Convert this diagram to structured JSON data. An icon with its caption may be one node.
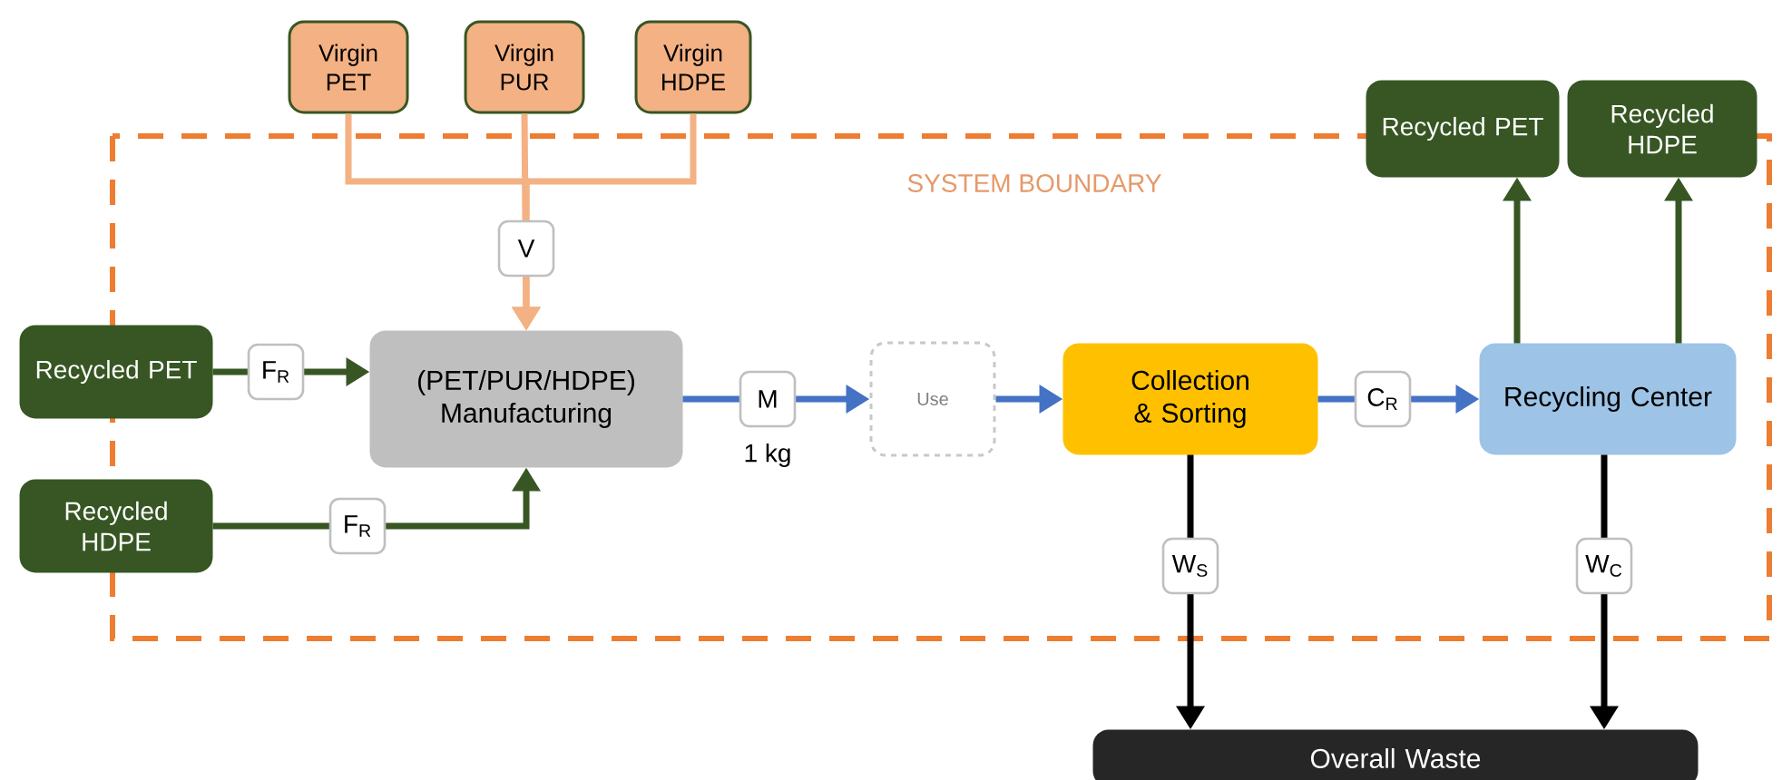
{
  "diagram": {
    "nodes": [
      {
        "text": [
          "Virgin PET"
        ]
      },
      {
        "text": [
          "Virgin PUR"
        ]
      },
      {
        "text": [
          "Virgin HDPE"
        ]
      },
      {
        "text": [
          "Recycled PET"
        ]
      },
      {
        "text": [
          "Recycled HDPE"
        ]
      },
      {
        "text": [
          "Recycled PET"
        ]
      },
      {
        "text": [
          "(PET/PUR/HDPE) Manufacturing"
        ]
      },
      {
        "text": [
          "Use"
        ]
      },
      {
        "text": [
          "Collection & Sorting"
        ]
      },
      {
        "text": [
          "Recycling Center"
        ]
      },
      {
        "text": [
          "Recycled HDPE"
        ]
      },
      {
        "text": [
          "Overall Waste"
        ]
      }
    ],
    "edges": [
      {
        "from": 0,
        "to": 6,
        "arrow": "to",
        "color": "#f4b183"
      },
      {
        "from": 1,
        "to": 6,
        "arrow": "to",
        "label": "V",
        "color": "#f4b183"
      },
      {
        "from": 2,
        "to": 6,
        "arrow": "to",
        "color": "#f4b183"
      },
      {
        "from": 5,
        "to": 6,
        "arrow": "to",
        "label": "F$_{R}$"
      },
      {
        "from": 10,
        "to": 6,
        "arrow": "to",
        "label": "F$_{R}$"
      },
      {
        "from": 6,
        "to": 7,
        "arrow": "to",
        "label": "M",
        "color": "#4472c4"
      },
      {
        "from": 7,
        "to": 8,
        "arrow": "to",
        "color": "#4472c4"
      },
      {
        "from": 8,
        "to": 9,
        "arrow": "to",
        "label": "C$_{R}$",
        "color": "#4472c4"
      },
      {
        "from": 9,
        "to": 3,
        "arrow": "to"
      },
      {
        "from": 9,
        "to": 4,
        "arrow": "to"
      },
      {
        "from": 8,
        "to": 11,
        "arrow": "to",
        "label": "W$_{S}$",
        "color": "#000000"
      },
      {
        "from": 9,
        "to": 11,
        "arrow": "to",
        "label": "W$_{C}$",
        "color": "#000000"
      }
    ],
    "labels": [
      "SYSTEM BOUNDARY",
      "1 kg"
    ]
  }
}
